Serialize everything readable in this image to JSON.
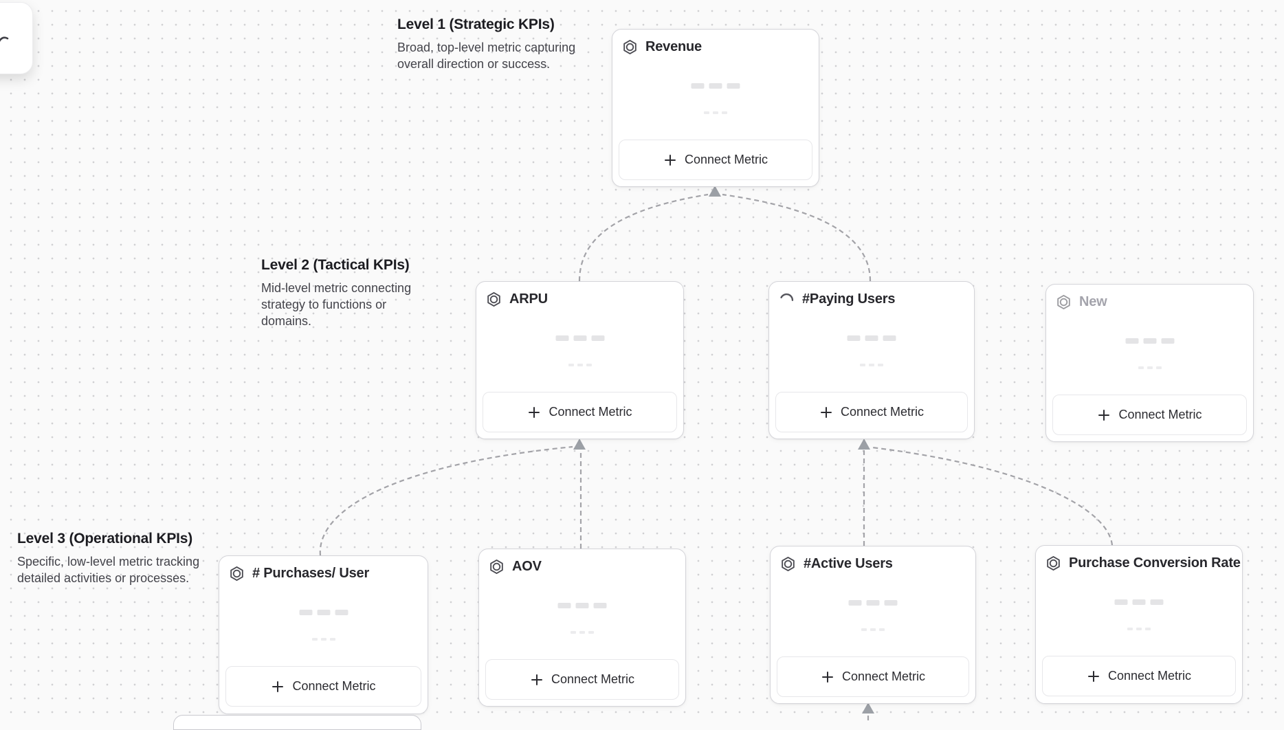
{
  "ui": {
    "connect_metric_label": "Connect Metric",
    "icons": {
      "metric": "hexagon-metric-icon",
      "loading": "spinner-icon",
      "plus": "plus-icon",
      "cursor": "cursor-tool-icon"
    },
    "colors": {
      "canvas_bg": "#fafafa",
      "grid_dot": "#d0d0d3",
      "card_border": "#d4d4d9",
      "connector": "#a3a3a8",
      "text_primary": "#27272c",
      "text_muted": "#a4a4ac"
    }
  },
  "levels": [
    {
      "title": "Level 1 (Strategic KPIs)",
      "desc": "Broad, top-level metric capturing overall direction or success."
    },
    {
      "title": "Level 2 (Tactical KPIs)",
      "desc": "Mid-level metric connecting strategy to functions or domains."
    },
    {
      "title": "Level 3 (Operational KPIs)",
      "desc": "Specific, low-level metric tracking detailed activities or processes."
    }
  ],
  "cards": [
    {
      "title": "Revenue",
      "level": 1,
      "icon": "hexagon-metric-icon",
      "state": "default"
    },
    {
      "title": "ARPU",
      "level": 2,
      "icon": "hexagon-metric-icon",
      "state": "default"
    },
    {
      "title": "#Paying Users",
      "level": 2,
      "icon": "spinner-icon",
      "state": "loading"
    },
    {
      "title": "New",
      "level": 2,
      "icon": "hexagon-metric-icon",
      "state": "placeholder"
    },
    {
      "title": "# Purchases/ User",
      "level": 3,
      "icon": "hexagon-metric-icon",
      "state": "default"
    },
    {
      "title": "AOV",
      "level": 3,
      "icon": "hexagon-metric-icon",
      "state": "default"
    },
    {
      "title": "#Active Users",
      "level": 3,
      "icon": "hexagon-metric-icon",
      "state": "default"
    },
    {
      "title": "Purchase Conversion Rate",
      "level": 3,
      "icon": "hexagon-metric-icon",
      "state": "default"
    }
  ]
}
